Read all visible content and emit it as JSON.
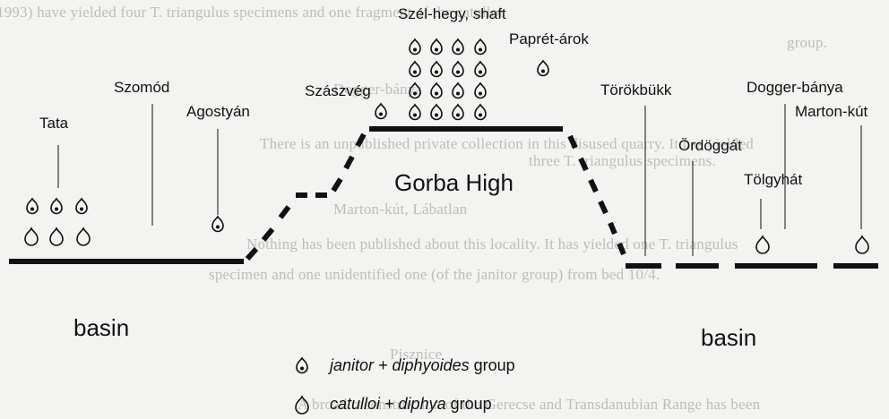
{
  "background_text": [
    "1993) have yielded four T. triangulus specimens and one fragment of the catulloi",
    "group.",
    "Dogger-bánya",
    "There is an unpublished private collection in this disused quarry. It has yielded",
    "three T. triangulus specimens.",
    "Marton-kút, Lábatlan",
    "Nothing has been published about this locality. It has yielded one T. triangulus",
    "specimen and one unidentified one (of the janitor group) from bed 10/4.",
    "Pisznice",
    "A broad reconstruction of the Gerecse and Transdanubian Range has been"
  ],
  "localities": {
    "tata": "Tata",
    "szomod": "Szomód",
    "agostyan": "Agostyán",
    "szaszveg": "Szászvég",
    "szelhegy": "Szél-hegy, shaft",
    "papret": "Paprét-árok",
    "torokbukk": "Törökbükk",
    "dogger": "Dogger-bánya",
    "marton": "Marton-kút",
    "ordoggat": "Ördöggát",
    "tolgyhat": "Tölgyhát"
  },
  "regions": {
    "high": "Gorba High",
    "basin_left": "basin",
    "basin_right": "basin"
  },
  "legend": {
    "janitor_name": "janitor + diphyoides",
    "janitor_suffix": " group",
    "catulloi_name": "catulloi + diphya",
    "catulloi_suffix": " group"
  },
  "icons": {
    "janitor": "teardrop-with-dot-icon",
    "catulloi": "open-teardrop-icon"
  },
  "colors": {
    "ink": "#111111",
    "faded_text": "#bdbdbb",
    "paper": "#f3f3f1"
  }
}
